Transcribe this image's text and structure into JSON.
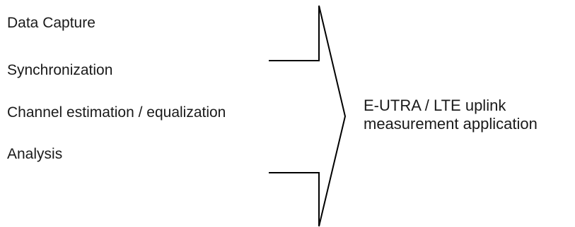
{
  "diagram": {
    "steps": [
      "Data Capture",
      "Synchronization",
      "Channel estimation / equalization",
      "Analysis"
    ],
    "result": {
      "line1": "E-UTRA / LTE uplink",
      "line2": "measurement application"
    },
    "stroke_color": "#000000",
    "text_color": "#1a1a1a"
  }
}
